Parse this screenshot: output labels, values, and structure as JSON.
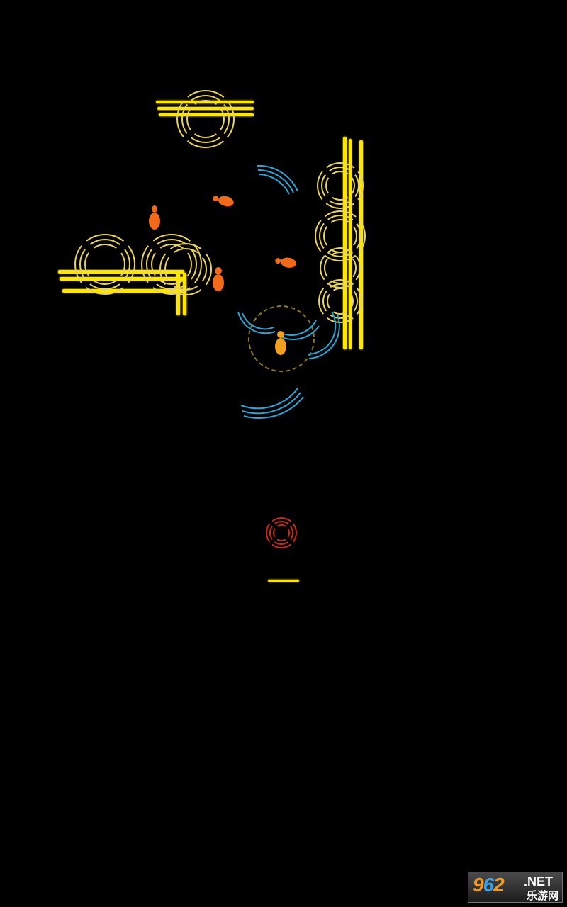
{
  "watermark": {
    "number_part1": "9",
    "number_part2": "6",
    "number_part3": "2",
    "net": ".NET",
    "chinese": "乐游网"
  },
  "colors": {
    "background": "#000000",
    "ring": "#e8d45a",
    "bar": "#ffe600",
    "arc": "#2aa6d8",
    "footprint": "#f06a1a",
    "target": "#c8281e"
  }
}
